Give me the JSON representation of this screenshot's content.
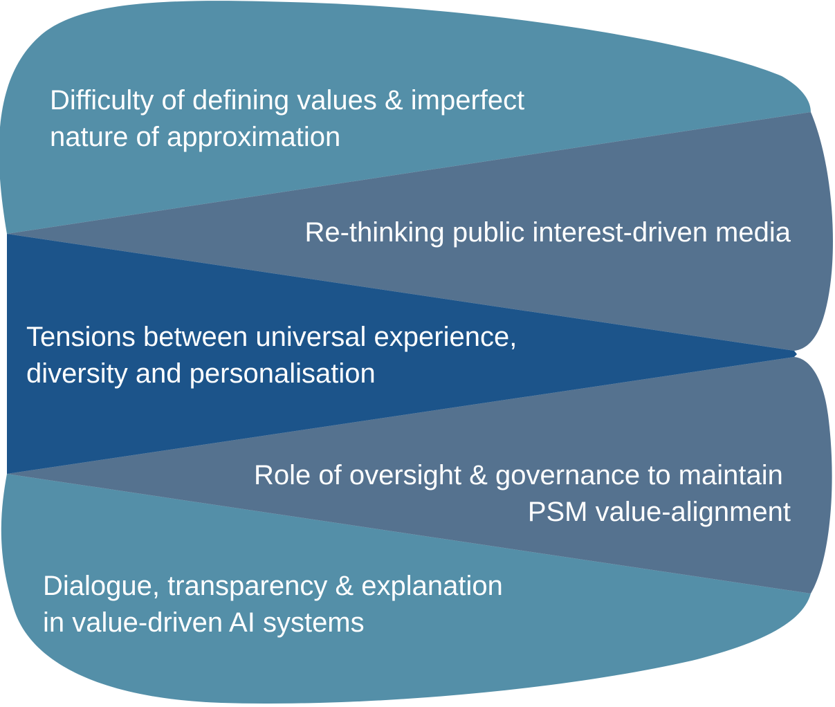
{
  "colors": {
    "outer_band": "#548FA8",
    "middle_band": "#55728F",
    "center_band": "#1C548A",
    "text": "#FFFFFF",
    "background": "#FFFFFF"
  },
  "segments": [
    {
      "id": "top",
      "lines": [
        "Difficulty of defining values & imperfect",
        "nature of approximation"
      ]
    },
    {
      "id": "upper-middle",
      "lines": [
        "Re-thinking public interest-driven media"
      ]
    },
    {
      "id": "center",
      "lines": [
        "Tensions between universal experience,",
        "diversity and personalisation"
      ]
    },
    {
      "id": "lower-middle",
      "lines": [
        "Role of oversight & governance to maintain",
        "PSM value-alignment"
      ]
    },
    {
      "id": "bottom",
      "lines": [
        "Dialogue, transparency & explanation",
        "in value-driven AI systems"
      ]
    }
  ]
}
